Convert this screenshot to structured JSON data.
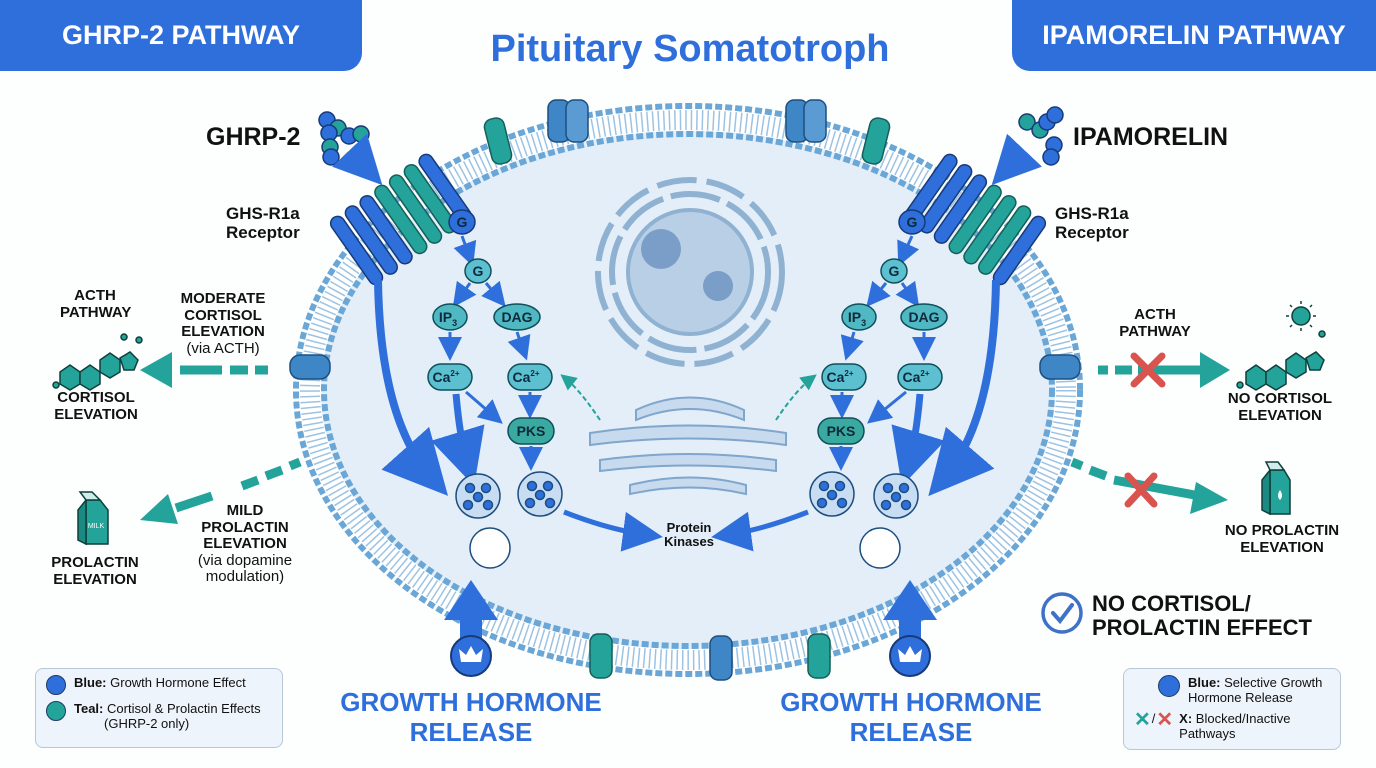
{
  "header": {
    "left_banner": "GHRP-2 PATHWAY",
    "right_banner": "IPAMORELIN PATHWAY",
    "title": "Pituitary Somatotroph"
  },
  "left": {
    "ligand": "GHRP-2",
    "receptor": [
      "GHS-R1a",
      "Receptor"
    ],
    "acth_label": [
      "ACTH",
      "PATHWAY"
    ],
    "cortisol_effect": [
      "MODERATE",
      "CORTISOL",
      "ELEVATION"
    ],
    "cortisol_note": "(via ACTH)",
    "cortisol_result": [
      "CORTISOL",
      "ELEVATION"
    ],
    "prolactin_effect": [
      "MILD",
      "PROLACTIN",
      "ELEVATION"
    ],
    "prolactin_note": [
      "(via dopamine",
      "modulation)"
    ],
    "prolactin_result": [
      "PROLACTIN",
      "ELEVATION"
    ],
    "milk_text": "MILK",
    "gh_release": [
      "GROWTH HORMONE",
      "RELEASE"
    ]
  },
  "right": {
    "ligand": "IPAMORELIN",
    "receptor": [
      "GHS-R1a",
      "Receptor"
    ],
    "acth_label": [
      "ACTH",
      "PATHWAY"
    ],
    "cortisol_result": [
      "NO CORTISOL",
      "ELEVATION"
    ],
    "prolactin_result": [
      "NO PROLACTIN",
      "ELEVATION"
    ],
    "no_effect": [
      "NO CORTISOL/",
      "PROLACTIN EFFECT"
    ],
    "gh_release": [
      "GROWTH HORMONE",
      "RELEASE"
    ]
  },
  "cascade": {
    "g_protein": "G",
    "ip3": "IP",
    "ip3_sub": "3",
    "dag": "DAG",
    "ca": "Ca",
    "ca_sup": "2+",
    "pks": "PKS"
  },
  "center": {
    "protein_kinases": [
      "Protein",
      "Kinases"
    ]
  },
  "legend_left": {
    "blue_key": "Blue:",
    "blue_text": "Growth Hormone Effect",
    "teal_key": "Teal:",
    "teal_text": "Cortisol & Prolactin Effects",
    "teal_note": "(GHRP-2 only)"
  },
  "legend_right": {
    "blue_key": "Blue:",
    "blue_text": "Selective Growth Hormone Release",
    "x_key": "X:",
    "x_text": "Blocked/Inactive Pathways",
    "x_separator": "/"
  },
  "colors": {
    "blue": "#2f6fdc",
    "teal": "#23a39a",
    "red_x": "#d9534f",
    "membrane": "#7fb3dc",
    "cell_fill": "#e3eef8"
  }
}
